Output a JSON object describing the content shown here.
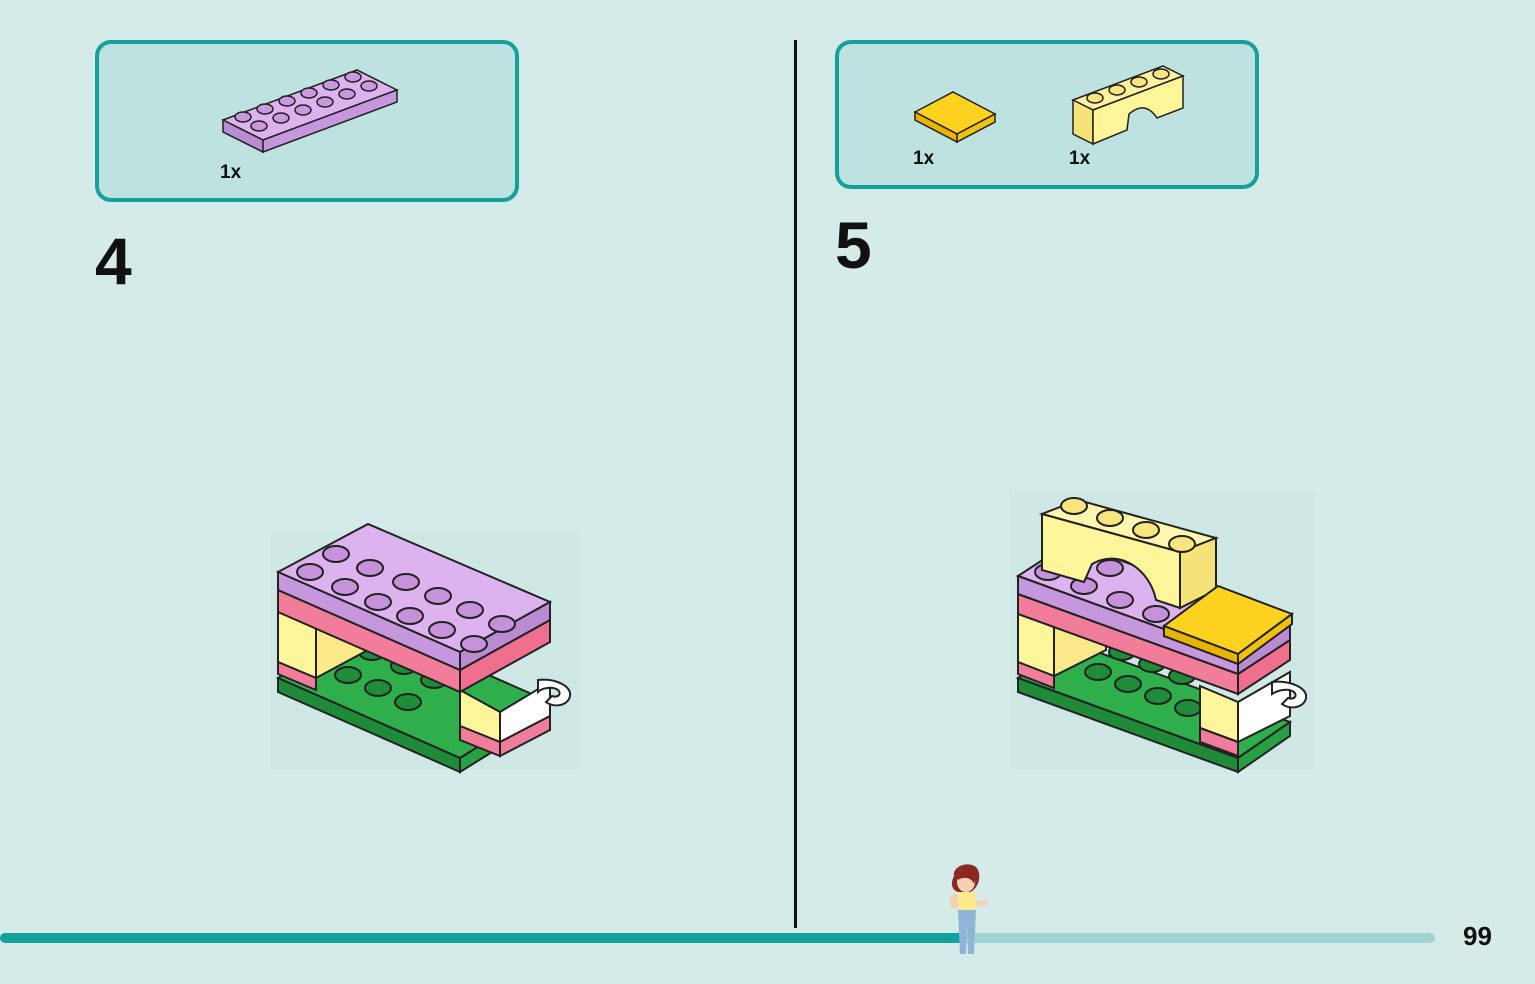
{
  "steps": [
    {
      "number": "4",
      "parts": [
        {
          "icon": "lavender-plate-2x6",
          "qty": "1x",
          "color": "#d3a6e6"
        }
      ]
    },
    {
      "number": "5",
      "parts": [
        {
          "icon": "yellow-tile-2x2",
          "qty": "1x",
          "color": "#ffd21f"
        },
        {
          "icon": "light-yellow-arch-1x4",
          "qty": "1x",
          "color": "#fff59a"
        }
      ]
    }
  ],
  "progress": {
    "fraction": 0.67
  },
  "page_number": "99",
  "colors": {
    "background": "#d4ebe9",
    "box_border": "#16a09a",
    "box_fill": "#bde2df",
    "lavender": "#d3a6e6",
    "green": "#2fae4c",
    "pink": "#f27d9a",
    "light_yellow": "#fff59a",
    "bright_yellow": "#ffd21f"
  }
}
